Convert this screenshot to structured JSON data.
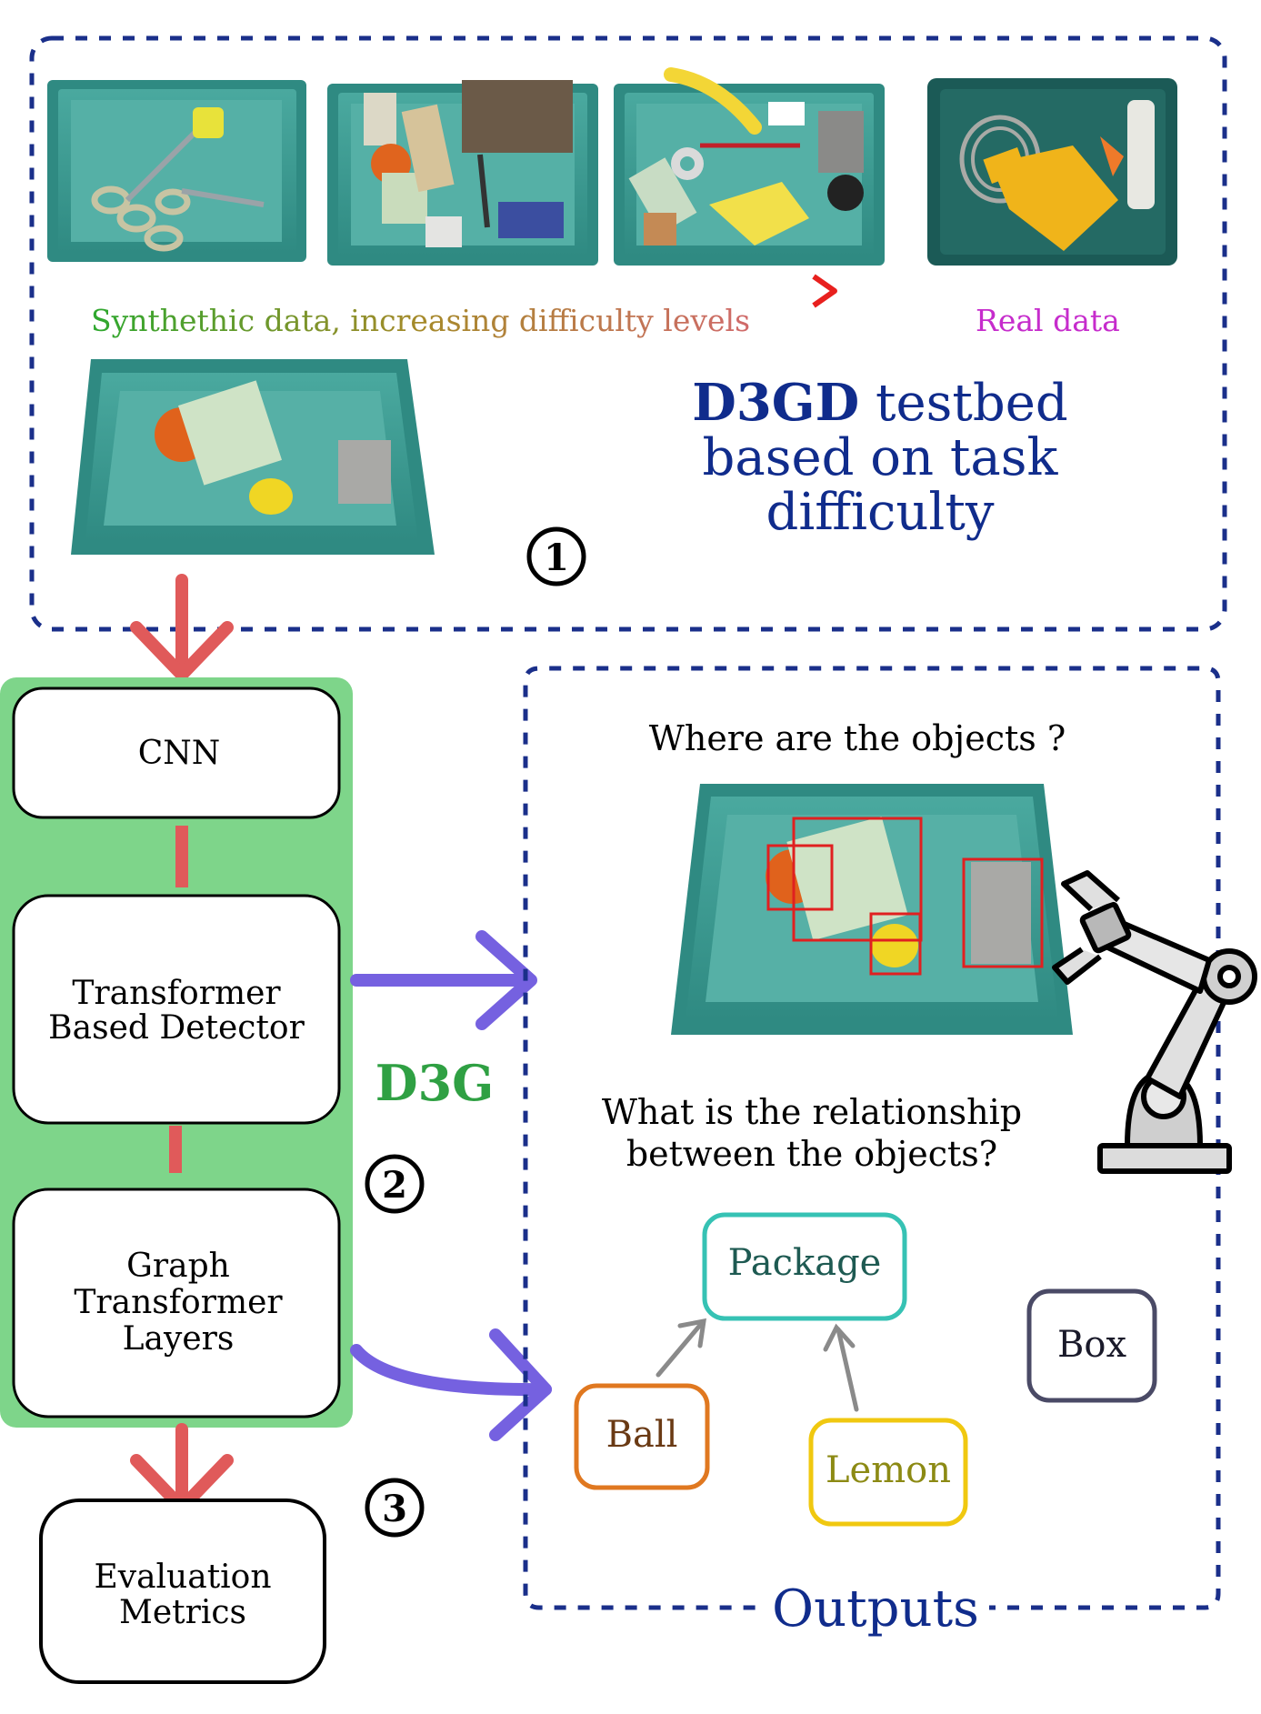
{
  "top_panel": {
    "gradient_caption": "Synthethic data, increasing difficulty levels",
    "real_caption": "Real data",
    "title_bold": "D3GD",
    "title_rest_line1": "testbed",
    "title_line2": "based on task",
    "title_line3": "difficulty",
    "step_marker": "1"
  },
  "pipeline": {
    "cnn_label": "CNN",
    "detector_label_line1": "Transformer",
    "detector_label_line2": "Based Detector",
    "graph_label_line1": "Graph",
    "graph_label_line2": "Transformer",
    "graph_label_line3": "Layers",
    "eval_label_line1": "Evaluation",
    "eval_label_line2": "Metrics",
    "model_name": "D3G",
    "step2_marker": "2",
    "step3_marker": "3"
  },
  "outputs": {
    "question_where": "Where are the objects ?",
    "question_relation_line1": "What is the relationship",
    "question_relation_line2": "between the objects?",
    "nodes": {
      "package": "Package",
      "ball": "Ball",
      "lemon": "Lemon",
      "box": "Box"
    },
    "footer_label": "Outputs"
  },
  "colors": {
    "dashed_border": "#1a2f8a",
    "title_blue": "#102c8c",
    "pipeline_green": "#7ed58a",
    "red_arrow": "#e05a5a",
    "purple_arrow": "#7561e0",
    "tray": "#3f9e95",
    "package_node": "#36c2b4",
    "ball_node": "#e07820",
    "lemon_node": "#f0c810",
    "box_node": "#4a4a66"
  }
}
